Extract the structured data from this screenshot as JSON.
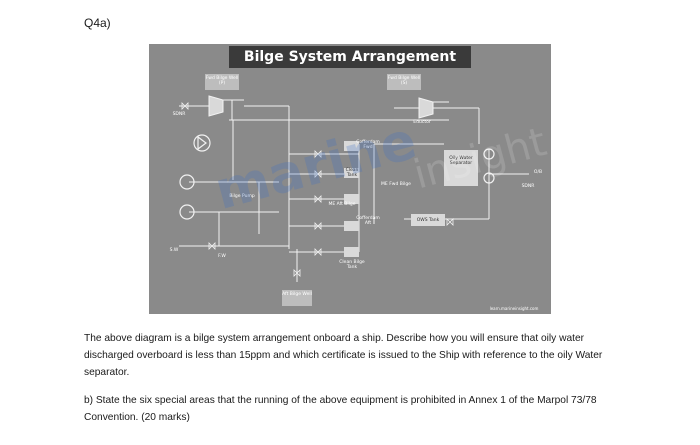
{
  "question_number": "Q4a)",
  "diagram": {
    "title": "Bilge System Arrangement",
    "labels": {
      "fwd_bilge_well_p": "Fwd Bilge Well (P)",
      "fwd_bilge_well_s": "Fwd Bilge Well (S)",
      "eductor": "Eductor",
      "cofferdam_fwd": "Cofferdam Fwd",
      "clean_tank": "Clean Tank",
      "oily_water_separator": "Oily Water Separator",
      "me_fwd_bilge": "ME Fwd Bilge",
      "me_aft_bilge": "ME Aft Bilge",
      "cofferdam_aft": "Cofferdam Aft",
      "ows_tank": "OWS Tank",
      "clean_bilge_tank": "Clean Bilge Tank",
      "aft_bilge_well": "Aft Bilge Well",
      "bilge_pump": "Bilge Pump",
      "sdnr_left": "SDNR",
      "sdnr_right": "SDNR",
      "ob": "O/B",
      "sw": "S.W",
      "fw": "F.W"
    },
    "watermark_main": "marine",
    "watermark_secondary": "insight",
    "credit": "learn.marineinsight.com"
  },
  "paragraph_1": "The above diagram is a bilge system arrangement onboard a ship. Describe how you will ensure that oily water discharged overboard is less than 15ppm and which certificate is issued to the Ship with reference to the oily Water separator.",
  "paragraph_2": "b) State the six special areas that the running of the above equipment is prohibited in Annex 1 of the Marpol 73/78 Convention. (20 marks)"
}
